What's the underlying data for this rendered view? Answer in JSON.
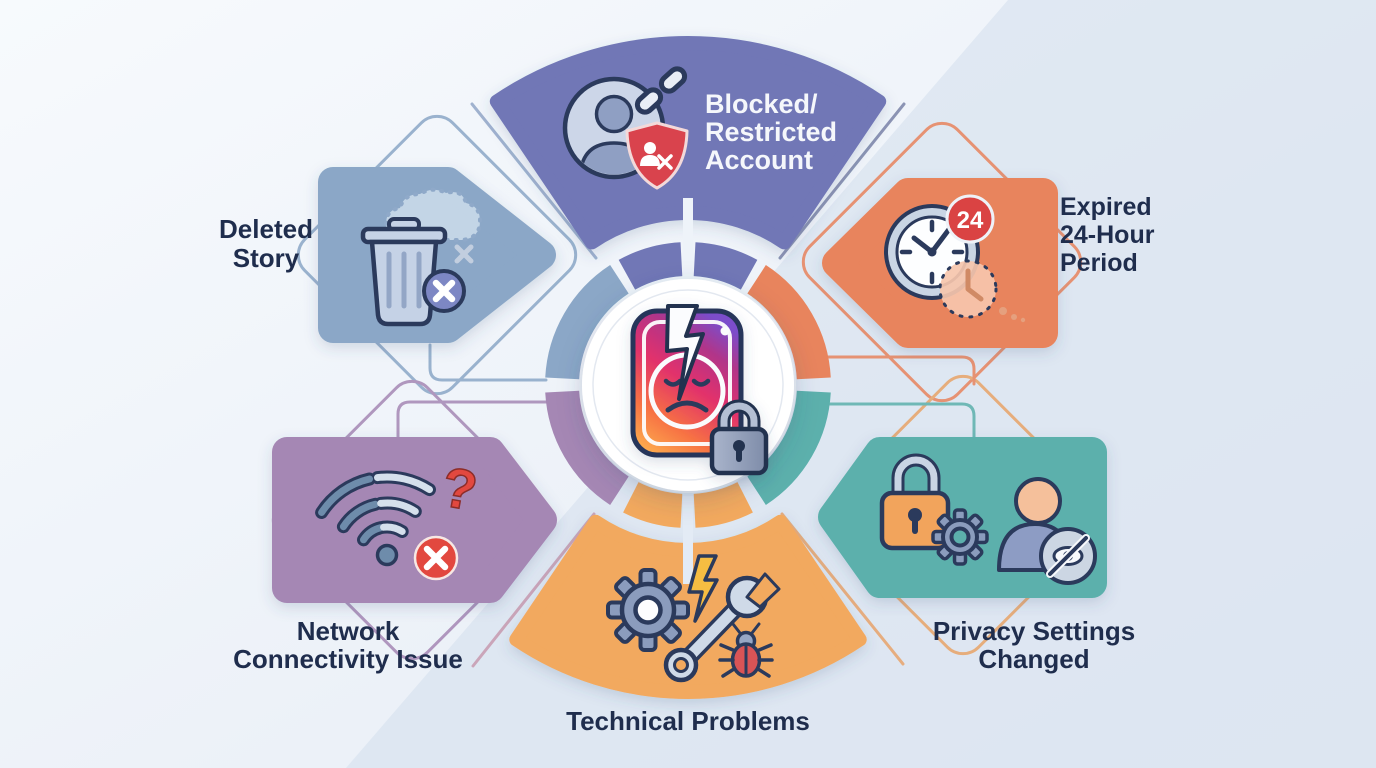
{
  "diagram": {
    "type": "infographic-wheel",
    "topic": "reasons-instagram-story-unavailable",
    "center_icon": "broken-instagram-story-with-lock",
    "background_base": "#F2F6FB",
    "background_diagonal": "#D9E3F0",
    "text_color": "#1F2D4D"
  },
  "segments": {
    "blocked": {
      "label_lines": [
        "Blocked/",
        "Restricted",
        "Account"
      ],
      "color": "#7177B6",
      "label_color": "#F5F7FB",
      "icons": [
        "user-avatar-icon",
        "chain-link-icon",
        "blocked-user-shield-icon"
      ]
    },
    "deleted": {
      "label_lines": [
        "Deleted",
        "Story"
      ],
      "color": "#8BA7C7",
      "icons": [
        "cloud-icon",
        "trash-can-icon",
        "x-badge"
      ]
    },
    "expired": {
      "label_lines": [
        "Expired",
        "24-Hour",
        "Period"
      ],
      "color": "#E8845D",
      "badge": "24",
      "icons": [
        "clock-icon",
        "24-hour-badge",
        "fading-clock-icon"
      ]
    },
    "network": {
      "label_lines": [
        "Network",
        "Connectivity Issue"
      ],
      "color": "#A587B4",
      "question_glyph": "?",
      "icons": [
        "broken-wifi-icon",
        "question-mark-icon",
        "error-x-badge"
      ]
    },
    "technical": {
      "label_lines": [
        "Technical Problems"
      ],
      "color": "#F2A95E",
      "icons": [
        "gear-icon",
        "lightning-icon",
        "wrench-icon",
        "bug-icon"
      ]
    },
    "privacy": {
      "label_lines": [
        "Privacy Settings",
        "Changed"
      ],
      "color": "#5CB0AC",
      "icons": [
        "padlock-icon",
        "settings-gear-icon",
        "hidden-user-icon",
        "eye-slash-icon"
      ]
    }
  }
}
